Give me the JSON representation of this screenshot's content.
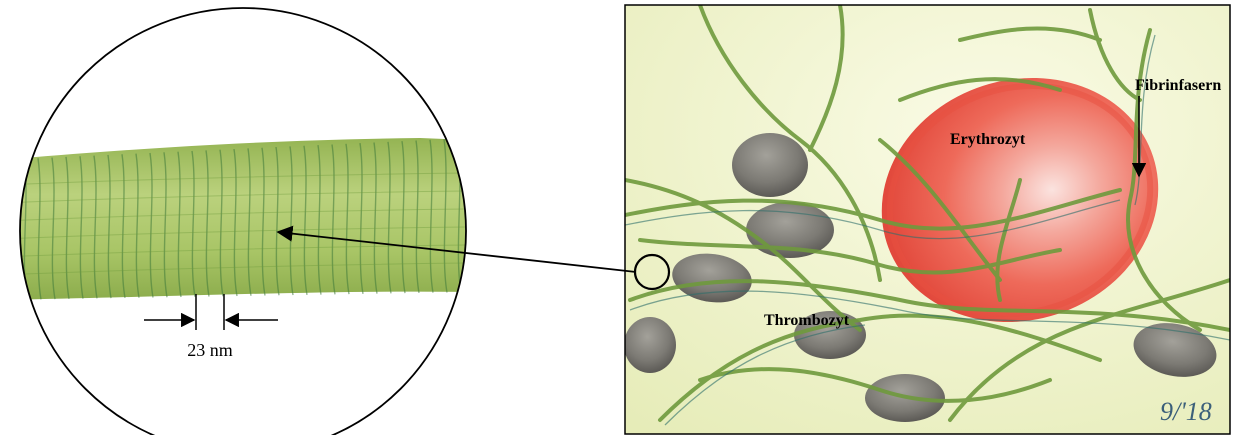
{
  "zoom_view": {
    "scale_label": "23 nm"
  },
  "illustration": {
    "labels": {
      "erythrocyte": "Erythrozyt",
      "fibrin_fibers": "Fibrinfasern",
      "thrombocyte": "Thrombozyt"
    },
    "signature": "9/'18"
  },
  "colors": {
    "fiber_green": "#9ec05a",
    "stripe_dark": "#3f7a3a",
    "background_yellow": "#eef2c4",
    "erythrocyte_red": "#ef5a4a",
    "platelet_gray": "#7c7a74"
  }
}
